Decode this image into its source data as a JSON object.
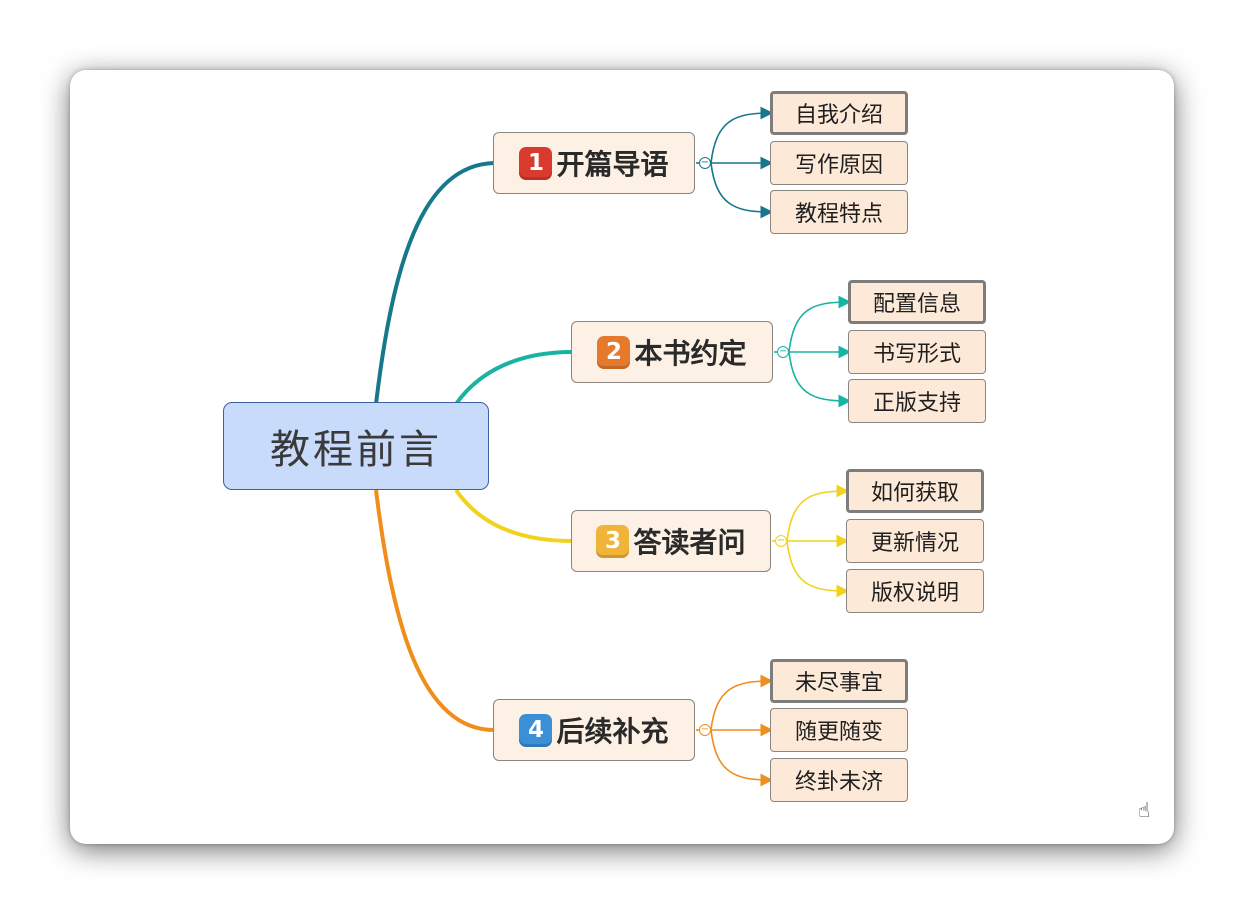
{
  "root": {
    "label": "教程前言"
  },
  "branches": [
    {
      "num": "1",
      "label": "开篇导语",
      "color": "#17788c",
      "badge_color": "#d83a2e",
      "children": [
        "自我介绍",
        "写作原因",
        "教程特点"
      ]
    },
    {
      "num": "2",
      "label": "本书约定",
      "color": "#19b3a3",
      "badge_color": "#e57a2c",
      "children": [
        "配置信息",
        "书写形式",
        "正版支持"
      ]
    },
    {
      "num": "3",
      "label": "答读者问",
      "color": "#f2d21c",
      "badge_color": "#f0b43a",
      "children": [
        "如何获取",
        "更新情况",
        "版权说明"
      ]
    },
    {
      "num": "4",
      "label": "后续补充",
      "color": "#ef8e1b",
      "badge_color": "#3a8fd6",
      "children": [
        "未尽事宜",
        "随更随变",
        "终卦未济"
      ]
    }
  ],
  "icons": {
    "collapse": "minus-icon",
    "cursor": "hand-cursor-icon"
  },
  "collapse_symbol": "−",
  "cursor_symbol": "☝"
}
